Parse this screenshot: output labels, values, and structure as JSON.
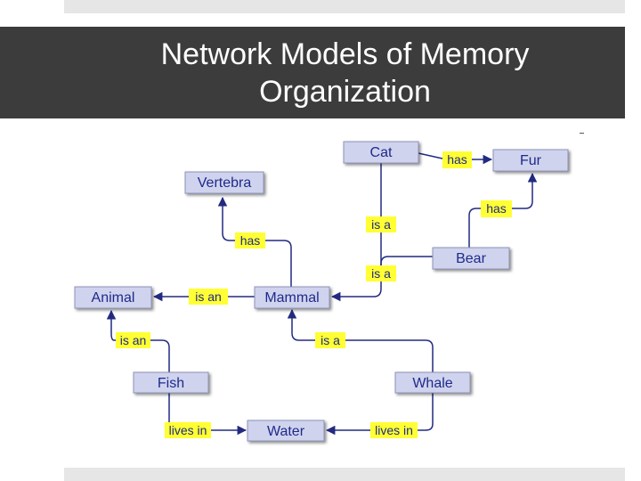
{
  "slide": {
    "title": "Network Models of Memory\nOrganization"
  },
  "diagram": {
    "nodes": [
      {
        "id": "cat",
        "label": "Cat"
      },
      {
        "id": "fur",
        "label": "Fur"
      },
      {
        "id": "vertebra",
        "label": "Vertebra"
      },
      {
        "id": "bear",
        "label": "Bear"
      },
      {
        "id": "animal",
        "label": "Animal"
      },
      {
        "id": "mammal",
        "label": "Mammal"
      },
      {
        "id": "fish",
        "label": "Fish"
      },
      {
        "id": "whale",
        "label": "Whale"
      },
      {
        "id": "water",
        "label": "Water"
      }
    ],
    "relations": [
      {
        "from": "Cat",
        "relation": "has",
        "to": "Fur"
      },
      {
        "from": "Bear",
        "relation": "has",
        "to": "Fur"
      },
      {
        "from": "Cat",
        "relation": "is a",
        "to": "Mammal"
      },
      {
        "from": "Bear",
        "relation": "is a",
        "to": "Mammal"
      },
      {
        "from": "Mammal",
        "relation": "has",
        "to": "Vertebra"
      },
      {
        "from": "Mammal",
        "relation": "is an",
        "to": "Animal"
      },
      {
        "from": "Fish",
        "relation": "is an",
        "to": "Animal"
      },
      {
        "from": "Whale",
        "relation": "is a",
        "to": "Mammal"
      },
      {
        "from": "Fish",
        "relation": "lives in",
        "to": "Water"
      },
      {
        "from": "Whale",
        "relation": "lives in",
        "to": "Water"
      }
    ]
  },
  "colors": {
    "node_fill": "#cfd3ee",
    "node_text": "#1f2a8a",
    "label_fill": "#ffff33",
    "line": "#222a80"
  }
}
